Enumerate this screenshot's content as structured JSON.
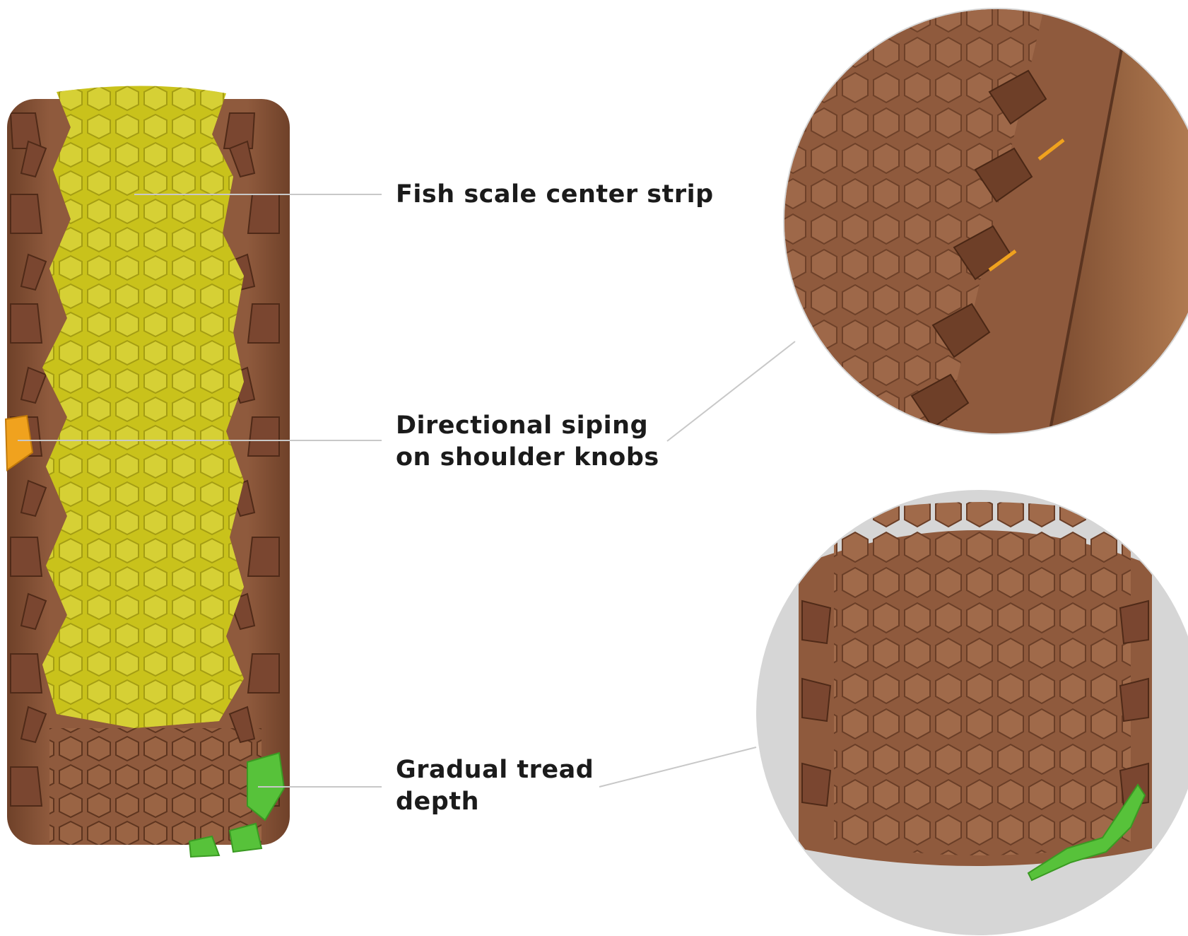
{
  "callouts": {
    "fish_scale": {
      "line1": "Fish scale center strip"
    },
    "siping": {
      "line1": "Directional siping",
      "line2": "on shoulder knobs"
    },
    "depth": {
      "line1": "Gradual tread",
      "line2": "depth"
    }
  },
  "colors": {
    "tire_brown": "#8f5a3d",
    "tire_dark": "#6a3e27",
    "center_strip_yellow": "#c9c21b",
    "siping_orange": "#f0a21e",
    "depth_green": "#57c23a",
    "zoom_circle_gray": "#d6d6d6",
    "leader_line": "#c8c8c8"
  },
  "icons": [
    "tire-tread-illustration",
    "tire-shoulder-closeup",
    "tire-depth-closeup"
  ]
}
